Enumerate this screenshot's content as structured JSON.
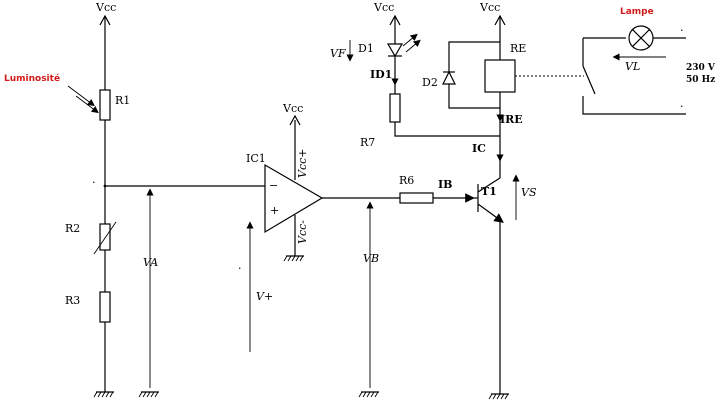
{
  "labels": {
    "vcc": "Vcc",
    "r1": "R1",
    "r2": "R2",
    "r3": "R3",
    "r6": "R6",
    "r7": "R7",
    "ic1": "IC1",
    "vcc_plus": "Vcc+",
    "vcc_minus": "Vcc-",
    "op_minus": "−",
    "op_plus": "+",
    "va": "VA",
    "vb": "VB",
    "v_plus": "V+",
    "vf": "VF",
    "d1": "D1",
    "d2": "D2",
    "id1": "ID1",
    "re": "RE",
    "ire": "IRE",
    "ic": "IC",
    "ib": "IB",
    "t1": "T1",
    "vs": "VS",
    "lampe": "Lampe",
    "vl": "VL",
    "mains_v": "230 V",
    "mains_f": "50 Hz",
    "luminosite": "Luminosité"
  },
  "colors": {
    "wire": "#000000",
    "highlight": "#d11a1a"
  }
}
